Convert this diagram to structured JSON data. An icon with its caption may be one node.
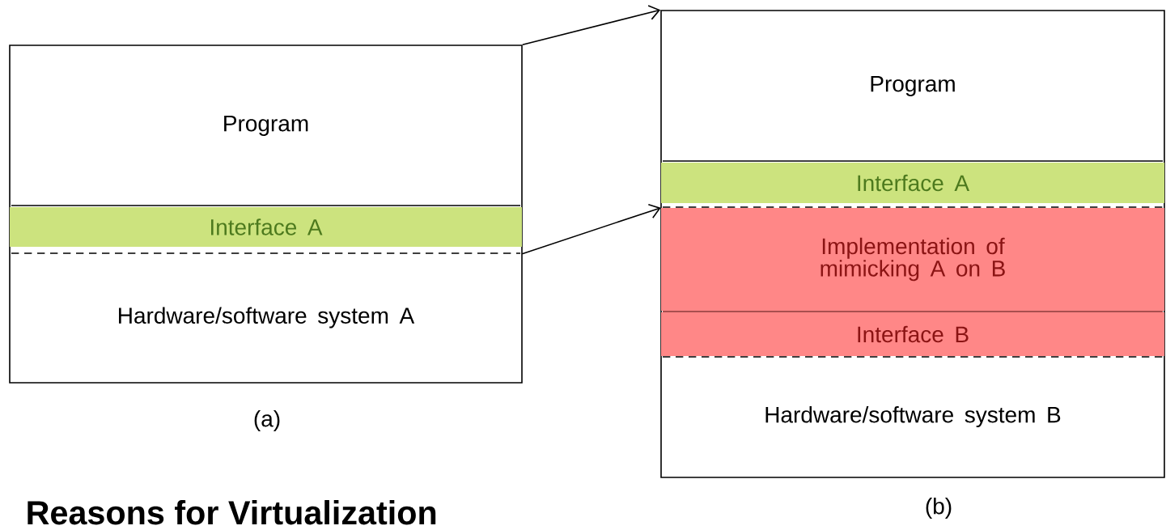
{
  "diagram": {
    "title": "Reasons for Virtualization",
    "nodes": [
      {
        "text": [],
        "shape": "box",
        "beside": [
          "(a)"
        ]
      },
      {
        "text": [
          "Program"
        ],
        "in": 0
      },
      {
        "text": [
          "Interface A"
        ],
        "in": 0
      },
      {
        "text": [
          "Hardware/software system A"
        ],
        "in": 0
      },
      {
        "text": [],
        "shape": "box",
        "beside": [
          "(b)"
        ]
      },
      {
        "text": [
          "Program"
        ],
        "in": 4
      },
      {
        "text": [
          "Interface A"
        ],
        "in": 4
      },
      {
        "text": [
          "Implementation of mimicking A on B"
        ],
        "in": 4
      },
      {
        "text": [
          "Interface B"
        ],
        "in": 4
      },
      {
        "text": [
          "Hardware/software system B"
        ],
        "in": 4
      }
    ],
    "edges": [
      {
        "from": 0,
        "to": 4,
        "arrow": "to"
      },
      {
        "from": 3,
        "to": 7,
        "arrow": "to"
      }
    ]
  }
}
